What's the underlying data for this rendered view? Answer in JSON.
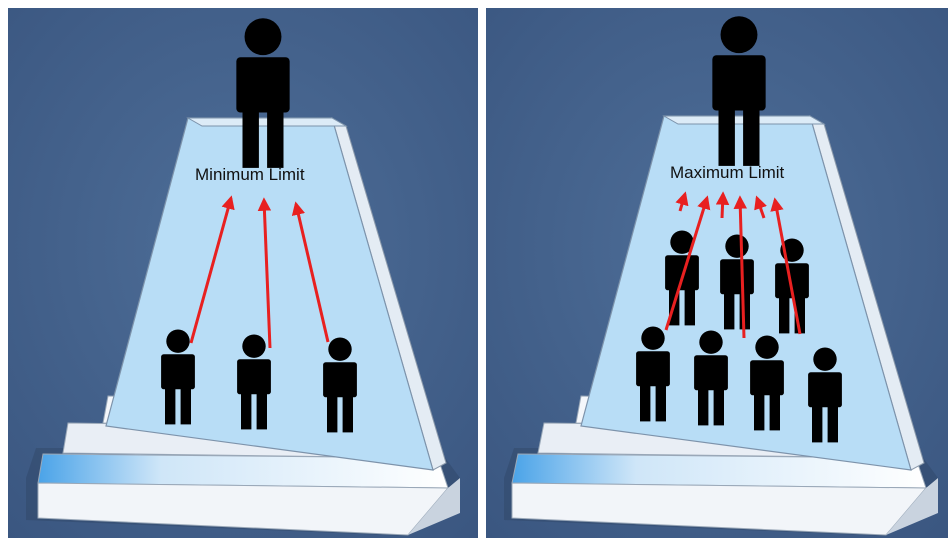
{
  "panels": [
    {
      "label": "Minimum Limit",
      "people_below": 3,
      "arrows": 3
    },
    {
      "label": "Maximum Limit",
      "people_below": 7,
      "arrows": 6
    }
  ],
  "colors": {
    "background": "#44628a",
    "panel_face": "#b8ddf6",
    "base": "#eef3f8",
    "arrow": "#e82020",
    "person": "#000000"
  }
}
